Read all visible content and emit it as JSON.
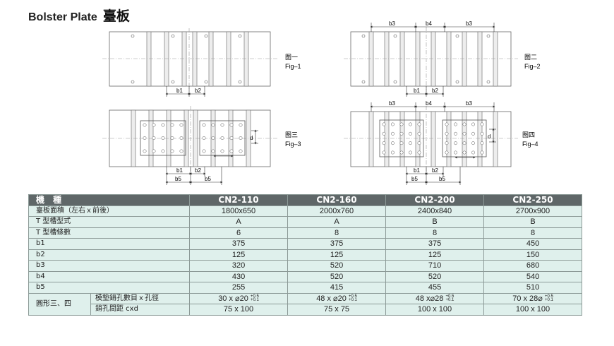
{
  "title": {
    "en": "Bolster Plate",
    "zh": "臺板"
  },
  "figures": {
    "fig1": {
      "zh": "图一",
      "en": "Fig–1",
      "b1": "b1",
      "b2": "b2"
    },
    "fig2": {
      "zh": "图二",
      "en": "Fig–2",
      "b1": "b1",
      "b2": "b2",
      "b3a": "b3",
      "b4": "b4",
      "b3b": "b3"
    },
    "fig3": {
      "zh": "图三",
      "en": "Fig–3",
      "b1": "b1",
      "b2": "b2",
      "b5a": "b5",
      "b5b": "b5",
      "d": "d"
    },
    "fig4": {
      "zh": "图四",
      "en": "Fig–4",
      "b1": "b1",
      "b2": "b2",
      "b3a": "b3",
      "b4": "b4",
      "b3b": "b3",
      "b5a": "b5",
      "b5b": "b5",
      "d": "d"
    }
  },
  "table": {
    "header": {
      "label": "機　種",
      "models": [
        "CN2-110",
        "CN2-160",
        "CN2-200",
        "CN2-250"
      ]
    },
    "rows": [
      {
        "label": "臺板面積（左右ｘ前後）",
        "values": [
          "1800x650",
          "2000x760",
          "2400x840",
          "2700x900"
        ]
      },
      {
        "label": "T 型槽型式",
        "values": [
          "A",
          "A",
          "B",
          "B"
        ]
      },
      {
        "label": "T 型槽條數",
        "values": [
          "6",
          "8",
          "8",
          "8"
        ]
      },
      {
        "label": "b1",
        "values": [
          "375",
          "375",
          "375",
          "450"
        ]
      },
      {
        "label": "b2",
        "values": [
          "125",
          "125",
          "125",
          "150"
        ]
      },
      {
        "label": "b3",
        "values": [
          "320",
          "520",
          "710",
          "680"
        ]
      },
      {
        "label": "b4",
        "values": [
          "430",
          "520",
          "520",
          "540"
        ]
      },
      {
        "label": "b5",
        "values": [
          "255",
          "415",
          "455",
          "510"
        ]
      }
    ],
    "group": {
      "label": "圓形三、四",
      "rows": [
        {
          "label": "模墊銷孔數目ｘ孔徑",
          "values": [
            "30 x ⌀20",
            "48 x ⌀20",
            "48 x⌀28",
            "70 x 28⌀"
          ],
          "tol_upper": "+0.5",
          "tol_lower": "+0.1"
        },
        {
          "label": "銷孔間距 cxd",
          "values": [
            "75 x 100",
            "75 x 75",
            "100 x 100",
            "100 x 100"
          ]
        }
      ]
    }
  },
  "colors": {
    "header_bg": "#5f6768",
    "row_bg": "#dff0ec",
    "line": "#555555"
  }
}
